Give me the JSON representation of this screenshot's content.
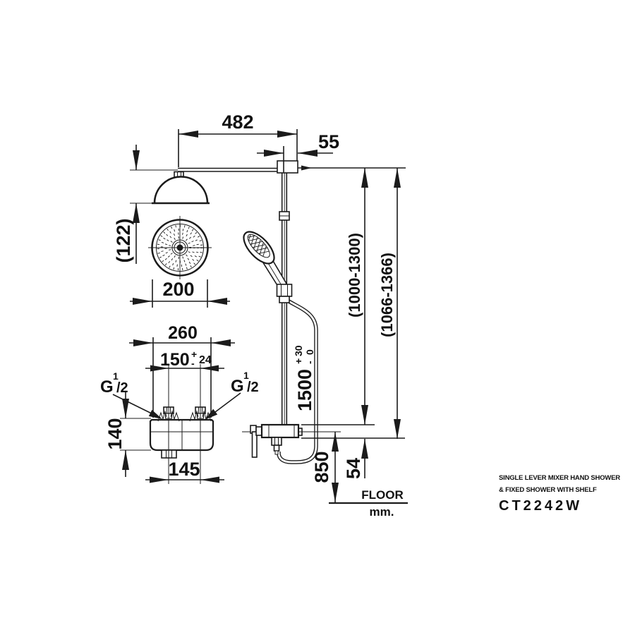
{
  "product": {
    "title_line1": "SINGLE LEVER MIXER HAND SHOWER",
    "title_line2": "& FIXED  SHOWER WITH SHELF",
    "model": "CT2242W"
  },
  "floor": {
    "label": "FLOOR",
    "units": "mm."
  },
  "dimensions": {
    "arm_length": "482",
    "wall_offset": "55",
    "head_height": "(122)",
    "head_diameter": "200",
    "mixer_body_width": "260",
    "inlet_spacing": {
      "value": "150",
      "plus": "+",
      "minus": "-",
      "tol": "24"
    },
    "mixer_body_height": "140",
    "outlet_to_inlet": "145",
    "rail_range_inner": "(1000-1300)",
    "rail_range_outer": "(1066-1366)",
    "hose_length": {
      "value": "1500",
      "plus": "+",
      "minus": "-",
      "tol_upper": "30",
      "tol_lower": "0"
    },
    "mixer_height_from_floor": "850",
    "shelf_thickness": "54"
  },
  "threads": {
    "left": {
      "base": "G",
      "sup": "1",
      "frac": "/2"
    },
    "right": {
      "base": "G",
      "sup": "1",
      "frac": "/2"
    }
  },
  "colors": {
    "line": "#1b1b1b",
    "background": "#ffffff"
  }
}
